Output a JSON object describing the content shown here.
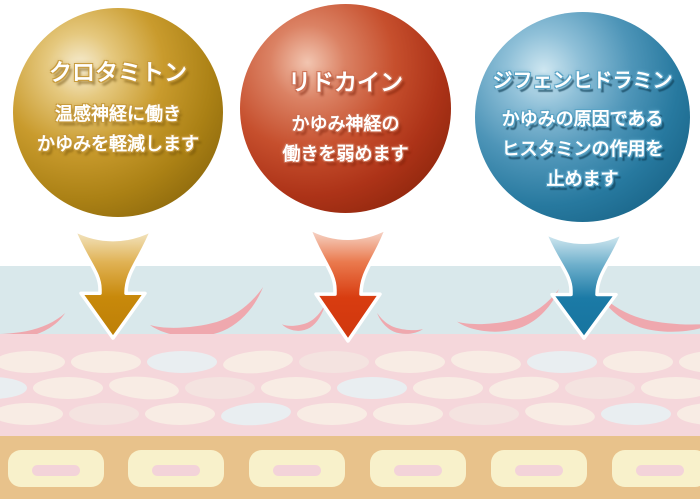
{
  "bubbles": [
    {
      "ingredient": "クロタミトン",
      "lines": [
        "温感神経に働き",
        "かゆみを軽減します"
      ],
      "theme_color": "#ab8115"
    },
    {
      "ingredient": "リドカイン",
      "lines": [
        "かゆみ神経の",
        "働きを弱めます"
      ],
      "theme_color": "#ad3318"
    },
    {
      "ingredient": "ジフェンヒドラミン",
      "lines": [
        "かゆみの原因である",
        "ヒスタミンの作用を",
        "止めます"
      ],
      "theme_color": "#27799f"
    }
  ],
  "palette": {
    "bg": "#ffffff",
    "gold-hi": "#f6edd3",
    "gold-mid": "#c99b2d",
    "gold-main": "#ab8115",
    "gold-dark": "#7a5a07",
    "gold-glow": "#c79b3d",
    "red-hi": "#f2c5b0",
    "red-mid": "#c64f2d",
    "red-main": "#ad3318",
    "red-dark": "#7c1f06",
    "red-glow": "#cd6f52",
    "blue-hi": "#cfe7f1",
    "blue-mid": "#4e95b8",
    "blue-main": "#27799f",
    "blue-dark": "#11587a",
    "blue-glow": "#5ba4c6",
    "skin-surface": "#d9e8eb",
    "skin-flake": "#efa8ae",
    "skin-dermis": "#f5d7db",
    "skin-cell-cream": "#f8ece4",
    "skin-cell-blue": "#e9eef1",
    "skin-cell-pink": "#f4e3e0",
    "skin-basal-bg": "#e8c28b",
    "skin-basal-cell": "#f8f1cb",
    "skin-basal-nucleus": "#f3d3d9"
  }
}
